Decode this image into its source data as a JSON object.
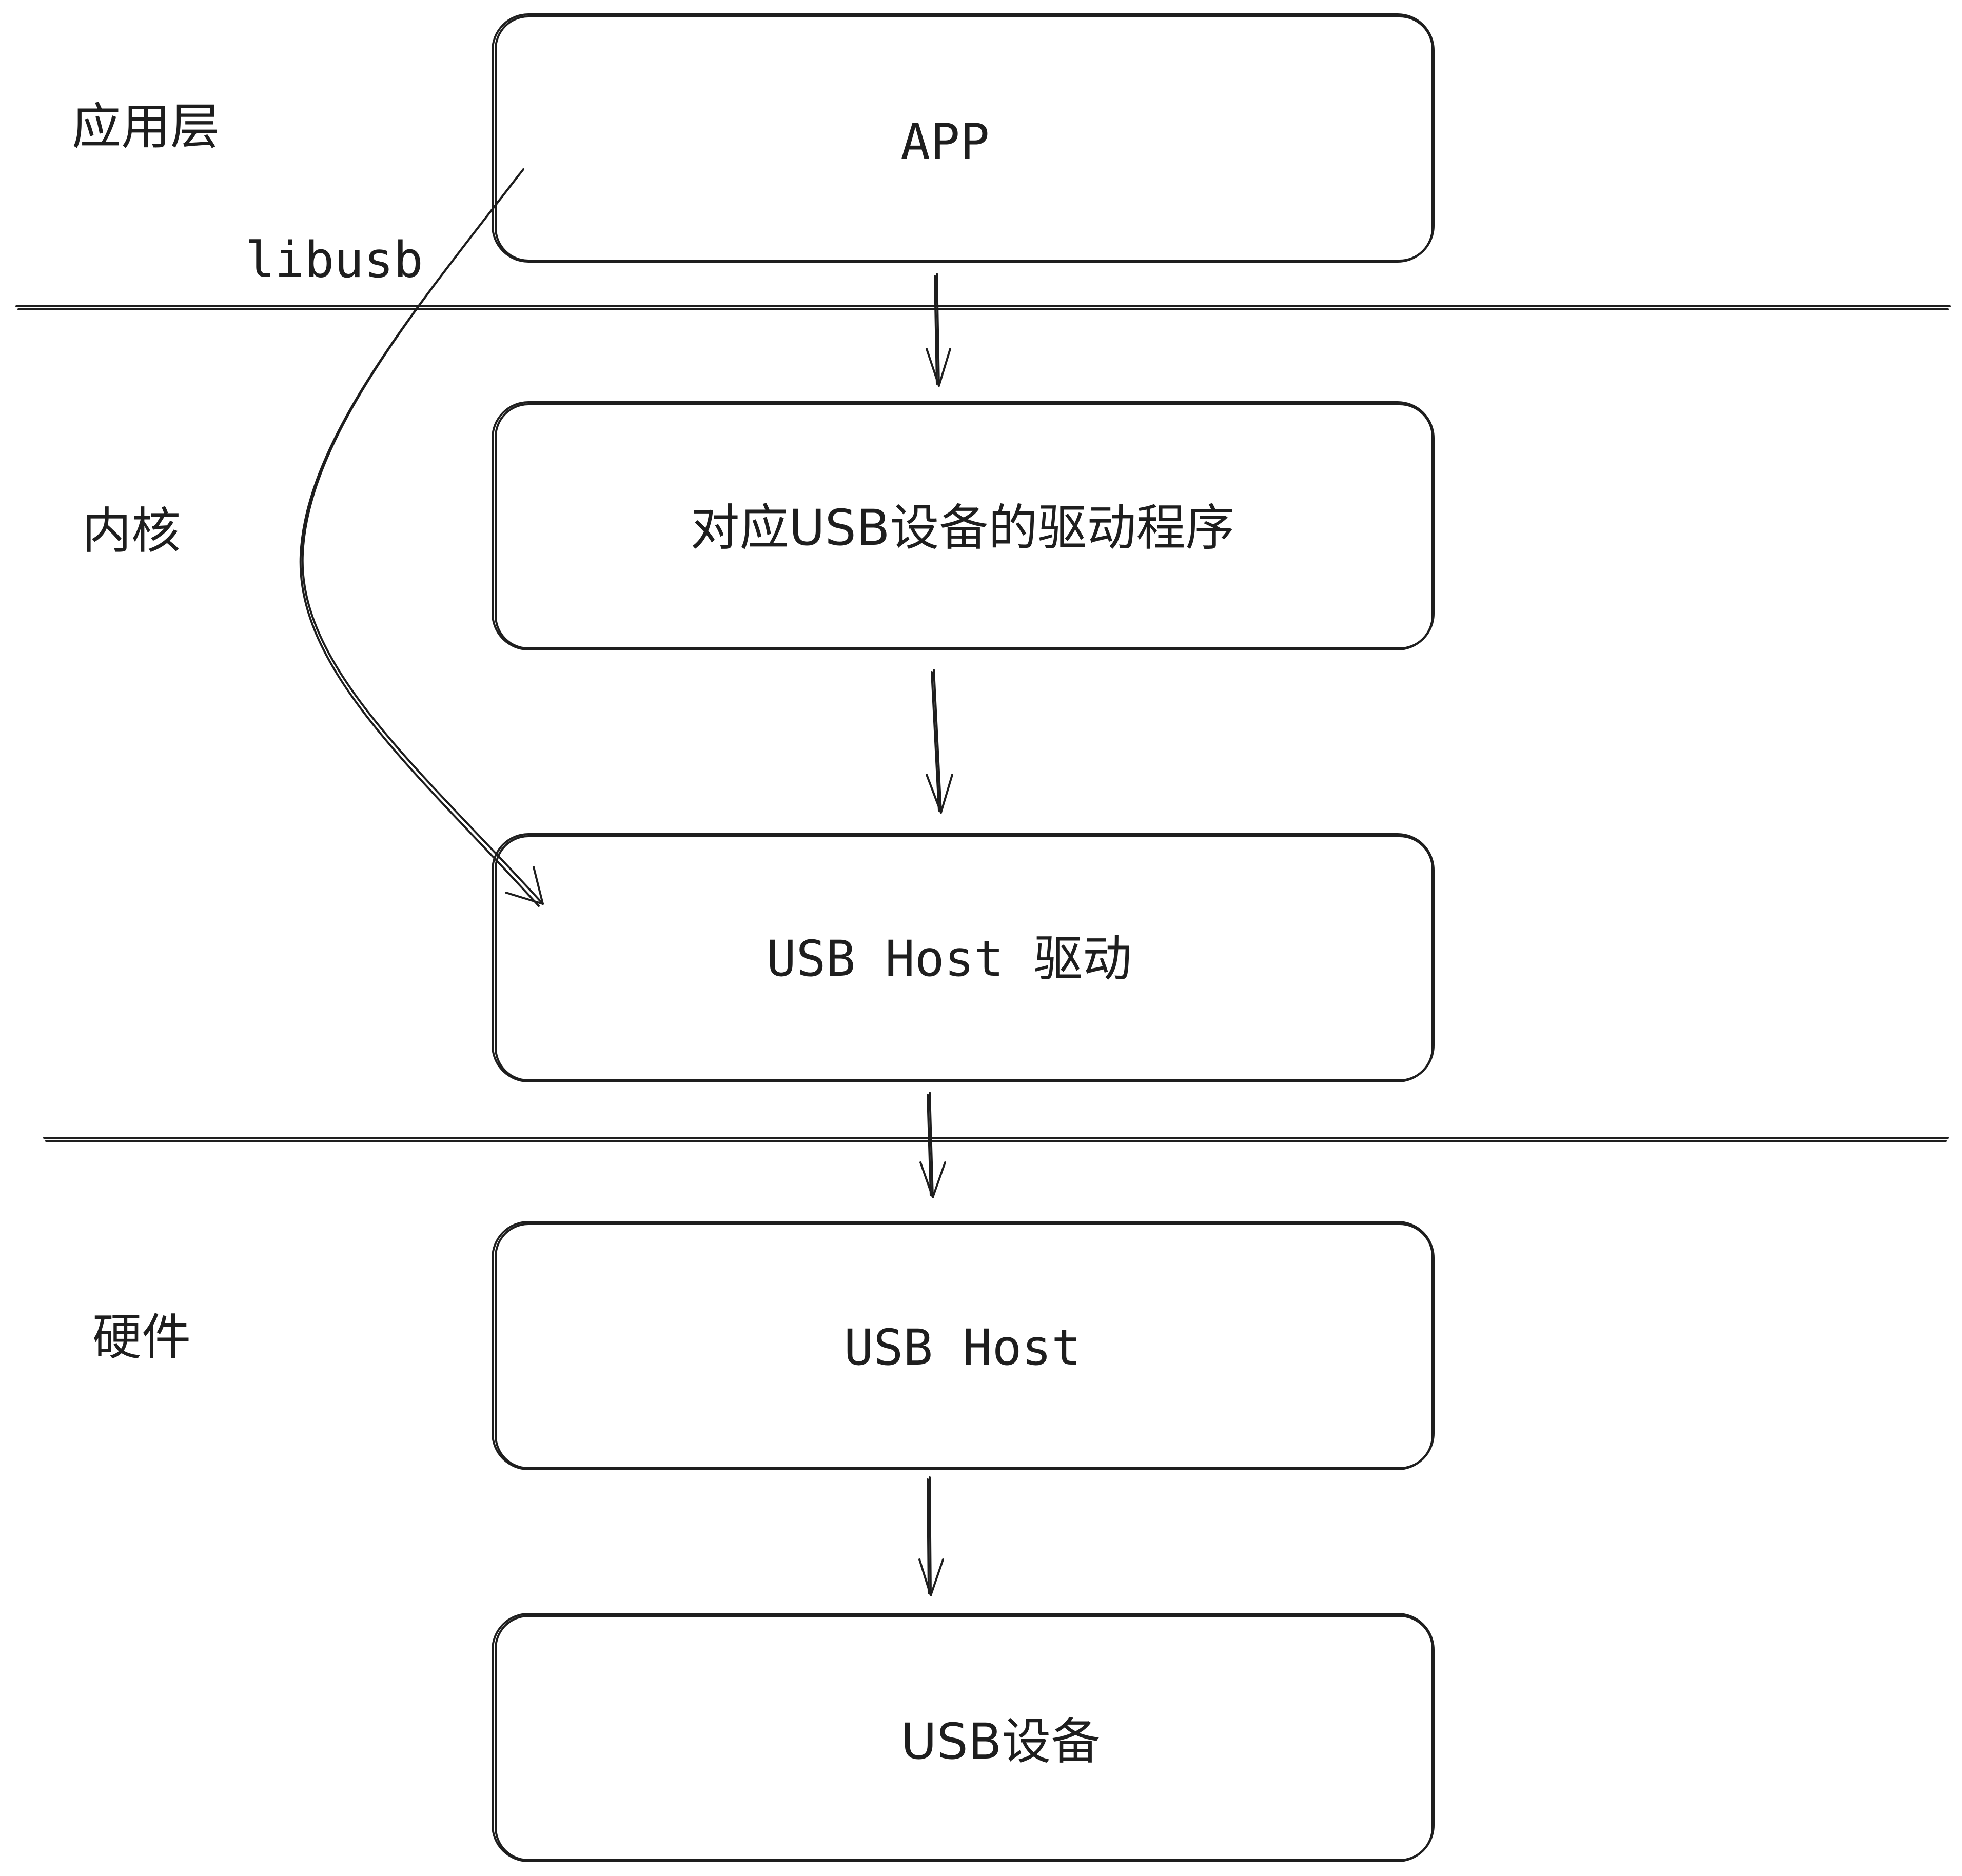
{
  "layers": {
    "app_layer": "应用层",
    "kernel_layer": "内核",
    "hardware_layer": "硬件"
  },
  "boxes": {
    "app": "APP",
    "device_driver": "对应USB设备的驱动程序",
    "host_driver": "USB Host 驱动",
    "host": "USB Host",
    "device": "USB设备"
  },
  "edges": {
    "bypass_label": "libusb"
  },
  "colors": {
    "stroke": "#1e1e1e",
    "background": "#ffffff"
  }
}
